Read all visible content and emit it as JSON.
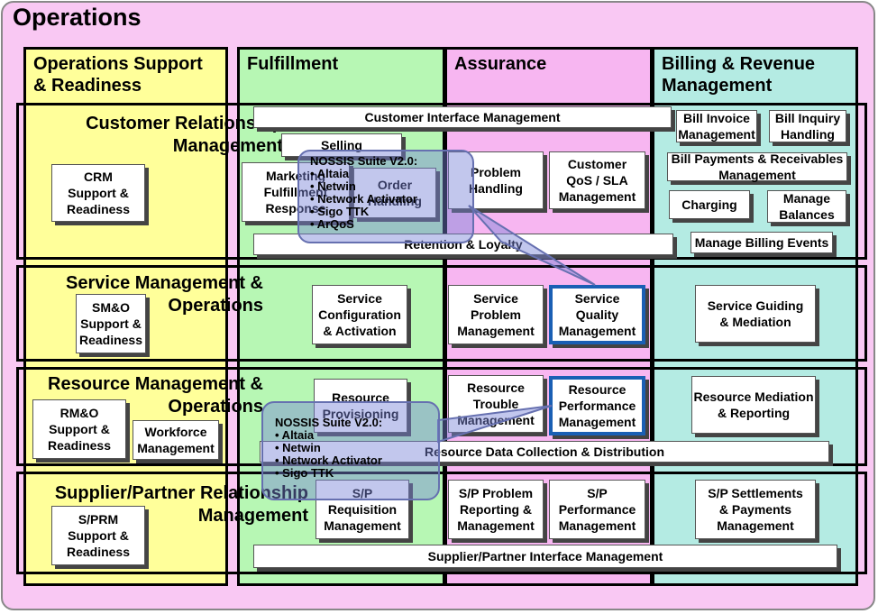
{
  "title": "Operations",
  "columns": {
    "osr": "Operations Support\n& Readiness",
    "fulfillment": "Fulfillment",
    "assurance": "Assurance",
    "billing": "Billing & Revenue\nManagement"
  },
  "rows": {
    "crm": "Customer Relationship\nManagement",
    "smo": "Service Management &\nOperations",
    "rmo": "Resource Management &\nOperations",
    "sprm": "Supplier/Partner Relationship\nManagement"
  },
  "boxes": {
    "crm_support": "CRM\nSupport &\nReadiness",
    "customer_interface": "Customer Interface Management",
    "selling": "Selling",
    "marketing": "Marketing\nFulfillment\nResponse",
    "order_handling": "Order\nHandling",
    "problem_handling": "Problem\nHandling",
    "customer_qos": "Customer\nQoS / SLA\nManagement",
    "bill_invoice": "Bill Invoice\nManagement",
    "bill_inquiry": "Bill Inquiry\nHandling",
    "bill_payments": "Bill Payments & Receivables\nManagement",
    "charging": "Charging",
    "manage_balances": "Manage\nBalances",
    "retention": "Retention & Loyalty",
    "manage_billing_events": "Manage Billing Events",
    "smo_support": "SM&O\nSupport &\nReadiness",
    "service_config": "Service\nConfiguration\n& Activation",
    "service_problem": "Service\nProblem\nManagement",
    "service_quality": "Service\nQuality\nManagement",
    "service_guiding": "Service Guiding\n& Mediation",
    "rmo_support": "RM&O\nSupport &\nReadiness",
    "workforce": "Workforce\nManagement",
    "resource_provisioning": "Resource\nProvisioning",
    "resource_trouble": "Resource\nTrouble\nManagement",
    "resource_performance": "Resource\nPerformance\nManagement",
    "resource_mediation": "Resource Mediation\n& Reporting",
    "resource_data": "Resource Data Collection & Distribution",
    "sprm_support": "S/PRM\nSupport &\nReadiness",
    "sp_requisition": "S/P\nRequisition\nManagement",
    "sp_problem": "S/P Problem\nReporting &\nManagement",
    "sp_performance": "S/P\nPerformance\nManagement",
    "sp_settlements": "S/P Settlements\n& Payments\nManagement",
    "sp_interface": "Supplier/Partner Interface Management"
  },
  "callouts": {
    "top": "NOSSIS Suite V2.0:\n• Altaia\n• Netwin\n• Network Activator\n• Sigo TTK\n• ArQoS",
    "bottom": "NOSSIS Suite V2.0:\n• Altaia\n• Netwin\n• Network Activator\n• Sigo TTK"
  },
  "colors": {
    "frame": "#f9c8f3",
    "osr": "#ffff9a",
    "fulfillment": "#b7f7b4",
    "assurance": "#f7b6f1",
    "billing": "#b4ebe3",
    "highlight": "#1a5fb4"
  }
}
